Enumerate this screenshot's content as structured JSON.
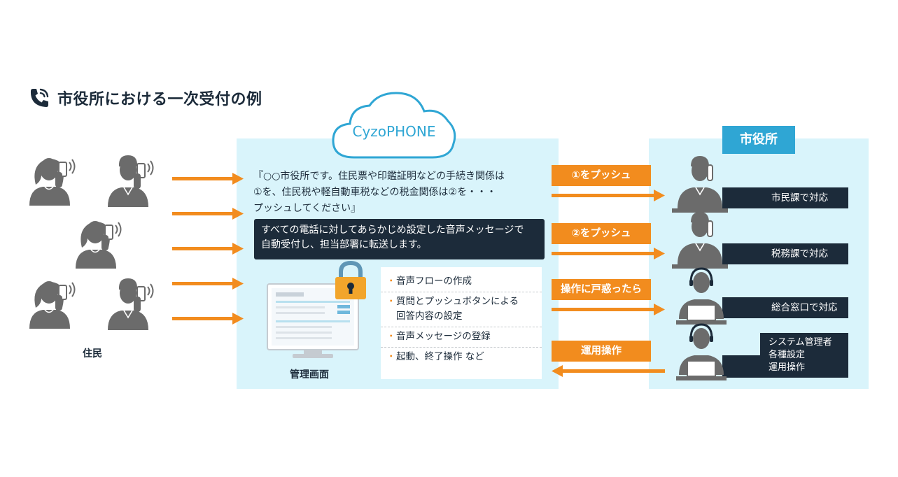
{
  "title": "市役所における一次受付の例",
  "cloud_label": "CyzoPHONE",
  "quote_lines": [
    "『○○市役所です。住民票や印鑑証明などの手続き関係は",
    "①を、住民税や軽自動車税などの税金関係は②を・・・",
    "プッシュしてください』"
  ],
  "description_lines": [
    "すべての電話に対してあらかじめ設定した音声メッセージで",
    "自動受付し、担当部署に転送します。"
  ],
  "features": [
    {
      "lines": [
        "音声フローの作成"
      ]
    },
    {
      "lines": [
        "質問とプッシュボタンによる",
        "回答内容の設定"
      ]
    },
    {
      "lines": [
        "音声メッセージの登録"
      ]
    },
    {
      "lines": [
        "起動、終了操作 など"
      ]
    }
  ],
  "admin_screen_label": "管理画面",
  "residents_label": "住民",
  "city_hall_label": "市役所",
  "actions": [
    {
      "label": "①をプッシュ"
    },
    {
      "label": "②をプッシュ"
    },
    {
      "label": "操作に戸惑ったら"
    },
    {
      "label": "運用操作"
    }
  ],
  "departments": [
    {
      "lines": [
        "市民課で対応"
      ]
    },
    {
      "lines": [
        "税務課で対応"
      ]
    },
    {
      "lines": [
        "総合窓口で対応"
      ]
    },
    {
      "lines": [
        "システム管理者",
        "各種設定",
        "運用操作"
      ]
    }
  ],
  "colors": {
    "accent_orange": "#f28c1e",
    "navy": "#1c2b3a",
    "panel_blue": "#d9f4fb",
    "brand_blue": "#2fa6d4",
    "person_gray": "#6b6b6b"
  }
}
